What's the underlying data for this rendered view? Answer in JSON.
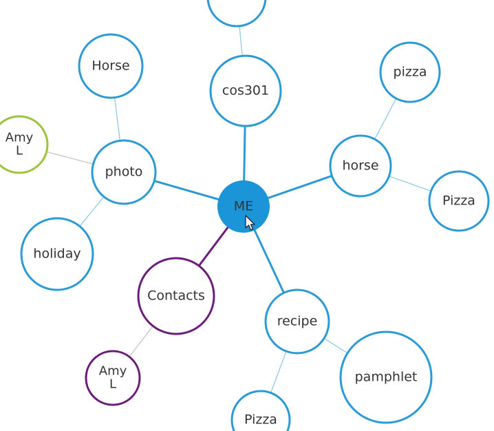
{
  "colors": {
    "blue": "#2a9ad6",
    "purple": "#6b1a7a",
    "green": "#9cc33b",
    "center_fill": "#1b94d8",
    "gray_link": "#c6c6c6",
    "light_blue_link": "#8fc9e6",
    "text": "#333333"
  },
  "nodes": [
    {
      "id": "me",
      "label": [
        "ME"
      ],
      "role": "center",
      "color": "blue",
      "filled": true
    },
    {
      "id": "top",
      "label": [
        ""
      ],
      "color": "blue"
    },
    {
      "id": "cos301",
      "label": [
        "cos301"
      ],
      "color": "blue"
    },
    {
      "id": "horse_top",
      "label": [
        "Horse"
      ],
      "color": "blue"
    },
    {
      "id": "photo",
      "label": [
        "photo"
      ],
      "color": "blue"
    },
    {
      "id": "amy_green",
      "label": [
        "Amy",
        "L"
      ],
      "color": "green"
    },
    {
      "id": "holiday",
      "label": [
        "holiday"
      ],
      "color": "blue"
    },
    {
      "id": "contacts",
      "label": [
        "Contacts"
      ],
      "color": "purple"
    },
    {
      "id": "amy_purple",
      "label": [
        "Amy",
        "L"
      ],
      "color": "purple"
    },
    {
      "id": "horse",
      "label": [
        "horse"
      ],
      "color": "blue"
    },
    {
      "id": "pizza_top",
      "label": [
        "pizza"
      ],
      "color": "blue"
    },
    {
      "id": "pizza_right",
      "label": [
        "Pizza"
      ],
      "color": "blue"
    },
    {
      "id": "recipe",
      "label": [
        "recipe"
      ],
      "color": "blue"
    },
    {
      "id": "pamphlet",
      "label": [
        "pamphlet"
      ],
      "color": "blue"
    },
    {
      "id": "pizza_bottom",
      "label": [
        "Pizza"
      ],
      "color": "blue"
    }
  ],
  "links": [
    {
      "from": "me",
      "to": "cos301",
      "color": "blue"
    },
    {
      "from": "me",
      "to": "photo",
      "color": "blue"
    },
    {
      "from": "me",
      "to": "horse",
      "color": "blue"
    },
    {
      "from": "me",
      "to": "contacts",
      "color": "purple"
    },
    {
      "from": "me",
      "to": "recipe",
      "color": "blue"
    },
    {
      "from": "cos301",
      "to": "top",
      "color": "light_blue_link"
    },
    {
      "from": "photo",
      "to": "horse_top",
      "color": "light_blue_link"
    },
    {
      "from": "photo",
      "to": "amy_green",
      "color": "gray_link"
    },
    {
      "from": "photo",
      "to": "holiday",
      "color": "light_blue_link"
    },
    {
      "from": "contacts",
      "to": "amy_purple",
      "color": "gray_link"
    },
    {
      "from": "horse",
      "to": "pizza_top",
      "color": "light_blue_link"
    },
    {
      "from": "horse",
      "to": "pizza_right",
      "color": "light_blue_link"
    },
    {
      "from": "recipe",
      "to": "pamphlet",
      "color": "light_blue_link"
    },
    {
      "from": "recipe",
      "to": "pizza_bottom",
      "color": "light_blue_link"
    }
  ],
  "cursor": {
    "icon": "mouse-pointer-icon"
  }
}
